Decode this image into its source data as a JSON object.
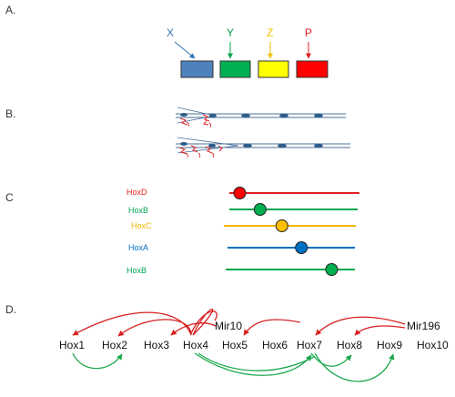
{
  "panels": {
    "a": {
      "label": "A.",
      "markers": [
        {
          "text": "X",
          "color": "#2e75b6"
        },
        {
          "text": "Y",
          "color": "#00a651"
        },
        {
          "text": "Z",
          "color": "#f2c000"
        },
        {
          "text": "P",
          "color": "#e02020"
        }
      ],
      "boxes": [
        {
          "fill": "#4f81bd"
        },
        {
          "fill": "#00b050"
        },
        {
          "fill": "#ffff00"
        },
        {
          "fill": "#ff0000"
        }
      ]
    },
    "b": {
      "label": "B."
    },
    "c": {
      "label": "C",
      "rows": [
        {
          "label": "HoxD",
          "color": "#e02020",
          "dot": "#ff0000",
          "position": 0.08
        },
        {
          "label": "HoxB",
          "color": "#00a651",
          "dot": "#00b050",
          "position": 0.24
        },
        {
          "label": "HoxC",
          "color": "#f2b600",
          "dot": "#ffc000",
          "position": 0.44
        },
        {
          "label": "HoxA",
          "color": "#0070c0",
          "dot": "#0070c0",
          "position": 0.58
        },
        {
          "label": "HoxB",
          "color": "#00a651",
          "dot": "#00b050",
          "position": 0.82
        }
      ]
    },
    "d": {
      "label": "D.",
      "genes": [
        "Hox1",
        "Hox2",
        "Hox3",
        "Hox4",
        "Hox5",
        "Hox6",
        "Hox7",
        "Hox8",
        "Hox9",
        "Hox10"
      ],
      "mirnas": [
        "Mir10",
        "Mir196"
      ],
      "red_color": "#d62020",
      "green_color": "#1fa84f"
    }
  }
}
